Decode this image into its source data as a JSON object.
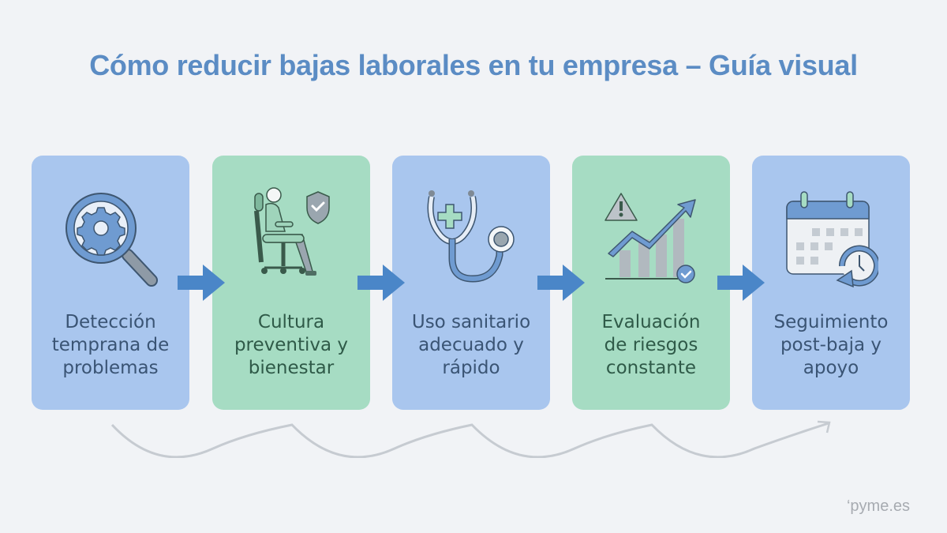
{
  "title": "Cómo reducir bajas laborales en tu empresa – Guía visual",
  "steps": [
    {
      "label_lines": [
        "Detección",
        "temprana de",
        "problemas"
      ],
      "color": "#a9c6ee",
      "icon": "magnifier-gear-icon"
    },
    {
      "label_lines": [
        "Cultura",
        "preventiva y",
        "bienestar"
      ],
      "color": "#a6dcc3",
      "icon": "ergonomic-chair-shield-icon"
    },
    {
      "label_lines": [
        "Uso sanitario",
        "adecuado y",
        "rápido"
      ],
      "color": "#a9c6ee",
      "icon": "stethoscope-icon"
    },
    {
      "label_lines": [
        "Evaluación",
        "de riesgos",
        "constante"
      ],
      "color": "#a6dcc3",
      "icon": "risk-chart-icon"
    },
    {
      "label_lines": [
        "Seguimiento",
        "post-baja y",
        "apoyo"
      ],
      "color": "#a9c6ee",
      "icon": "calendar-clock-icon"
    }
  ],
  "colors": {
    "title": "#5b8cc4",
    "arrow": "#4a86c8",
    "background": "#f1f3f6"
  },
  "brand": "‘pyme.es"
}
